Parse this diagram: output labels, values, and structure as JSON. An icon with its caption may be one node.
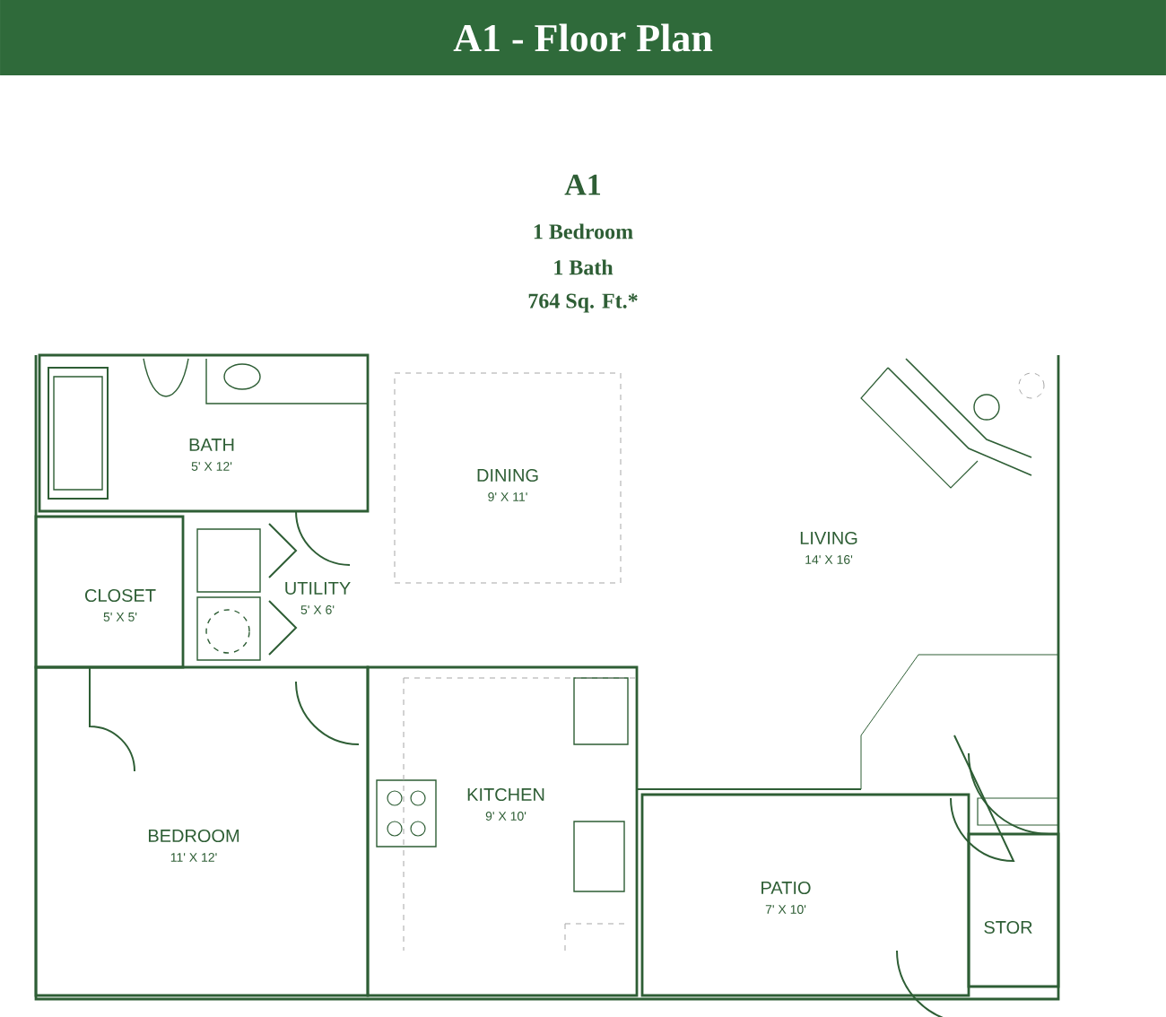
{
  "diagram": {
    "title": "A1 - Floor Plan",
    "nodes": [
      {
        "text": [
          "BATH",
          "5' X 12'"
        ]
      },
      {
        "text": [
          "DINING",
          "9' X 11'"
        ]
      },
      {
        "text": [
          "CLOSET",
          "5' X 5'"
        ]
      },
      {
        "text": [
          "UTILITY",
          "5' X 6'"
        ]
      },
      {
        "text": [
          "LIVING",
          "14' X 16'"
        ]
      },
      {
        "text": [
          "BEDROOM",
          "11' X 12'"
        ]
      },
      {
        "text": [
          "KITCHEN",
          "9' X 10'"
        ]
      },
      {
        "text": [
          "PATIO",
          "7' X 10'"
        ]
      },
      {
        "text": [
          "STOR"
        ]
      }
    ],
    "labels": [
      "A1",
      "1 Bedroom",
      "1 Bath",
      "764 Sq. Ft.*"
    ]
  }
}
